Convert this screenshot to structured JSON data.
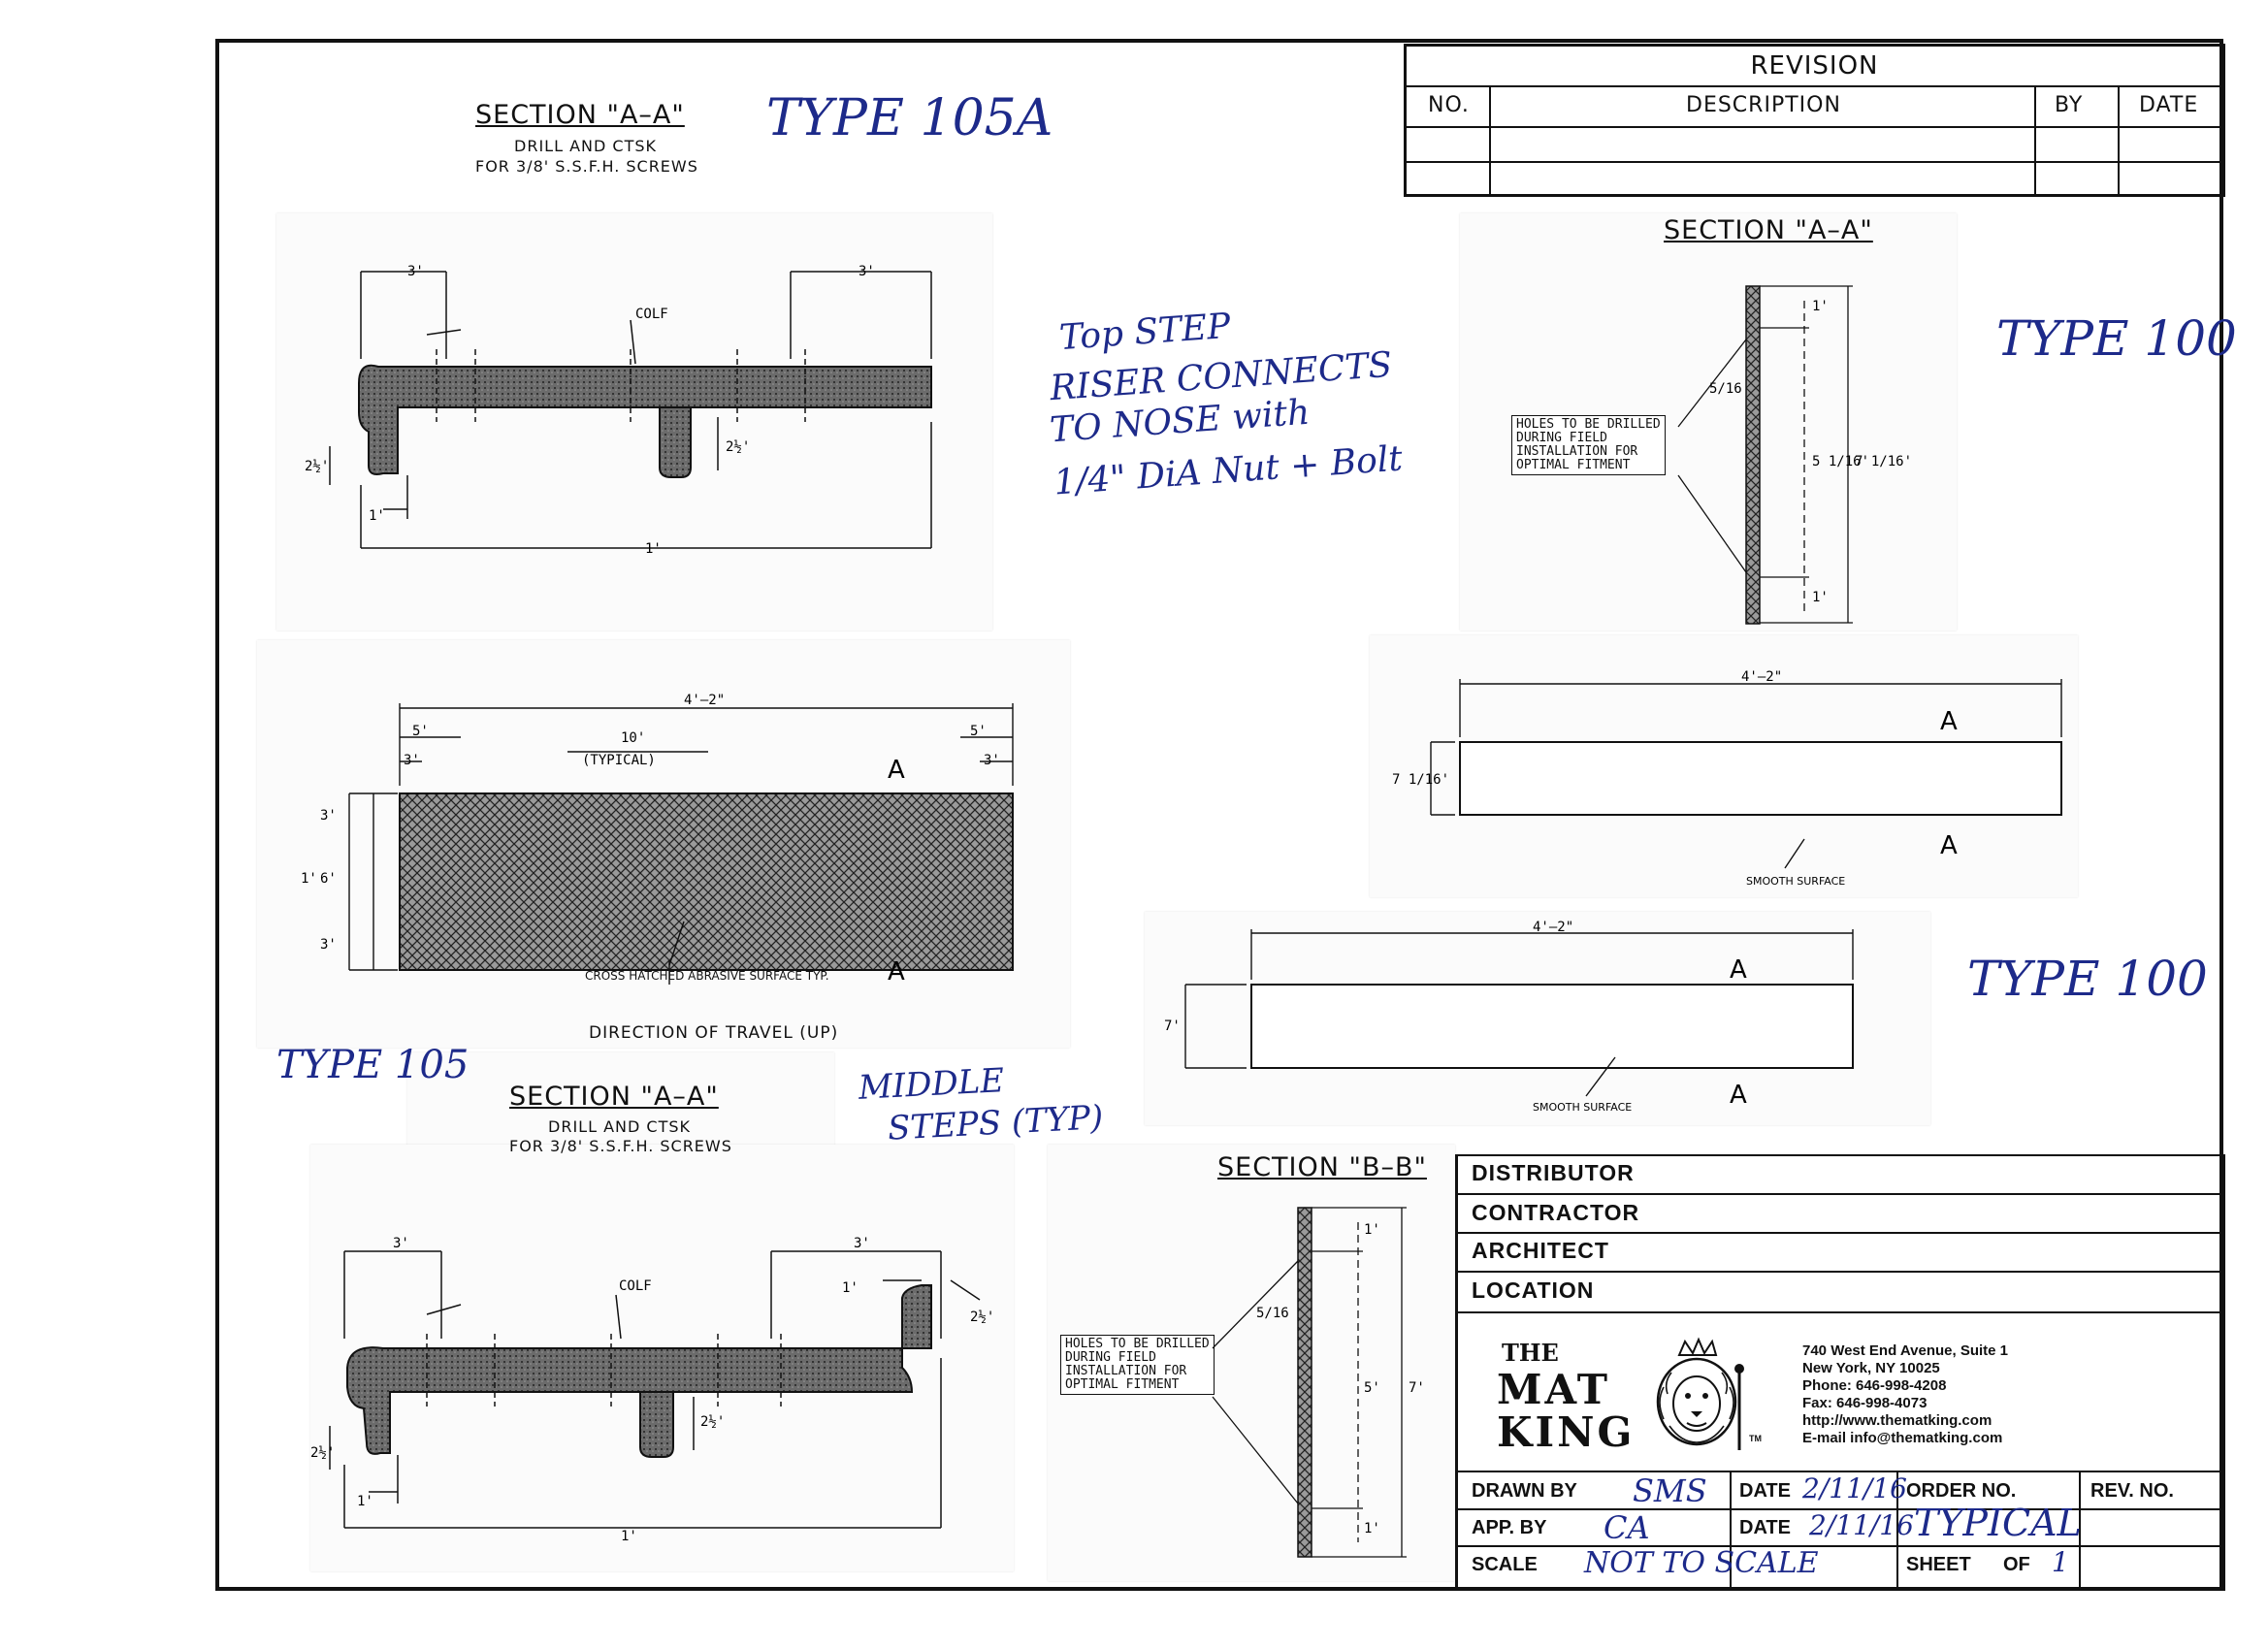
{
  "revision": {
    "title": "REVISION",
    "headers": {
      "no": "NO.",
      "description": "DESCRIPTION",
      "by": "BY",
      "date": "DATE"
    }
  },
  "drawing_105a": {
    "section_title": "SECTION \"A–A\"",
    "note_line1": "DRILL AND CTSK",
    "note_line2": "FOR 3/8' S.S.F.H. SCREWS",
    "type_label": "TYPE 105A",
    "dims": {
      "left": "3'",
      "right": "3'",
      "width": "1'",
      "leg": "2½'",
      "nose_h": "2½'",
      "nose_w": "1'",
      "colf": "COLF"
    }
  },
  "handwritten_note": {
    "line1": "Top STEP",
    "line2": "RISER CONNECTS",
    "line3": "TO NOSE with",
    "line4": "1/4\" DiA Nut + Bolt"
  },
  "section_aa_right": {
    "section_title": "SECTION \"A–A\"",
    "holes_note": [
      "HOLES TO BE DRILLED",
      "DURING FIELD",
      "INSTALLATION FOR",
      "OPTIMAL FITMENT"
    ],
    "dim_frac": "5/16",
    "dim_top": "1'",
    "dim_mid": "5 1/16'",
    "dim_total": "7 1/16'",
    "dim_bot": "1'",
    "type_label": "TYPE 100"
  },
  "plan_105": {
    "overall": "4'–2\"",
    "typical": "10'",
    "typical_note": "(TYPICAL)",
    "dim_5_left": "5'",
    "dim_3_left": "3'",
    "dim_5_right": "5'",
    "dim_3_right": "3'",
    "side_3a": "3'",
    "side_6": "6'",
    "side_3b": "3'",
    "side_total": "1'",
    "marker_a": "A",
    "surface_note": "CROSS HATCHED ABRASIVE SURFACE TYP.",
    "direction_note": "DIRECTION OF TRAVEL (UP)"
  },
  "plan_100_top": {
    "overall": "4'–2\"",
    "height": "7 1/16'",
    "marker_a": "A",
    "surface_note": "SMOOTH SURFACE"
  },
  "plan_100_bottom": {
    "overall": "4'–2\"",
    "height": "7'",
    "marker_a": "A",
    "surface_note": "SMOOTH SURFACE",
    "type_label": "TYPE 100"
  },
  "drawing_105": {
    "type_label": "TYPE 105",
    "section_title": "SECTION \"A–A\"",
    "note_line1": "DRILL AND CTSK",
    "note_line2": "FOR 3/8' S.S.F.H. SCREWS",
    "middle_note_line1": "MIDDLE",
    "middle_note_line2": "STEPS (TYP)",
    "dims": {
      "left": "3'",
      "right": "3'",
      "width": "1'",
      "leg": "2½'",
      "nose_h": "2½'",
      "nose_w": "1'",
      "colf": "COLF",
      "rear_h": "2½'",
      "rear_w": "1'"
    }
  },
  "section_bb": {
    "section_title": "SECTION \"B–B\"",
    "holes_note": [
      "HOLES TO BE DRILLED",
      "DURING FIELD",
      "INSTALLATION FOR",
      "OPTIMAL FITMENT"
    ],
    "dim_frac": "5/16",
    "dim_top": "1'",
    "dim_mid": "5'",
    "dim_total": "7'",
    "dim_bot": "1'"
  },
  "title_block": {
    "distributor": "DISTRIBUTOR",
    "contractor": "CONTRACTOR",
    "architect": "ARCHITECT",
    "location": "LOCATION",
    "logo": {
      "the": "THE",
      "mat": "MAT",
      "king": "KING",
      "tm": "TM"
    },
    "address": [
      "740 West End Avenue, Suite 1",
      "New York, NY 10025",
      "Phone: 646-998-4208",
      "Fax: 646-998-4073",
      "http://www.thematking.com",
      "E-mail info@thematking.com"
    ],
    "drawn_by_label": "DRAWN BY",
    "drawn_by": "SMS",
    "date_label": "DATE",
    "date1": "2/11/16",
    "order_no_label": "ORDER NO.",
    "order_no": "TYPICAL",
    "rev_no_label": "REV. NO.",
    "app_by_label": "APP. BY",
    "app_by": "CA",
    "date2": "2/11/16",
    "scale_label": "SCALE",
    "scale": "NOT TO SCALE",
    "sheet_label": "SHEET",
    "sheet_of": "OF",
    "sheet_num": "1"
  },
  "colors": {
    "ink": "#111111",
    "handwriting": "#1d2a8a",
    "paper": "#ffffff"
  }
}
